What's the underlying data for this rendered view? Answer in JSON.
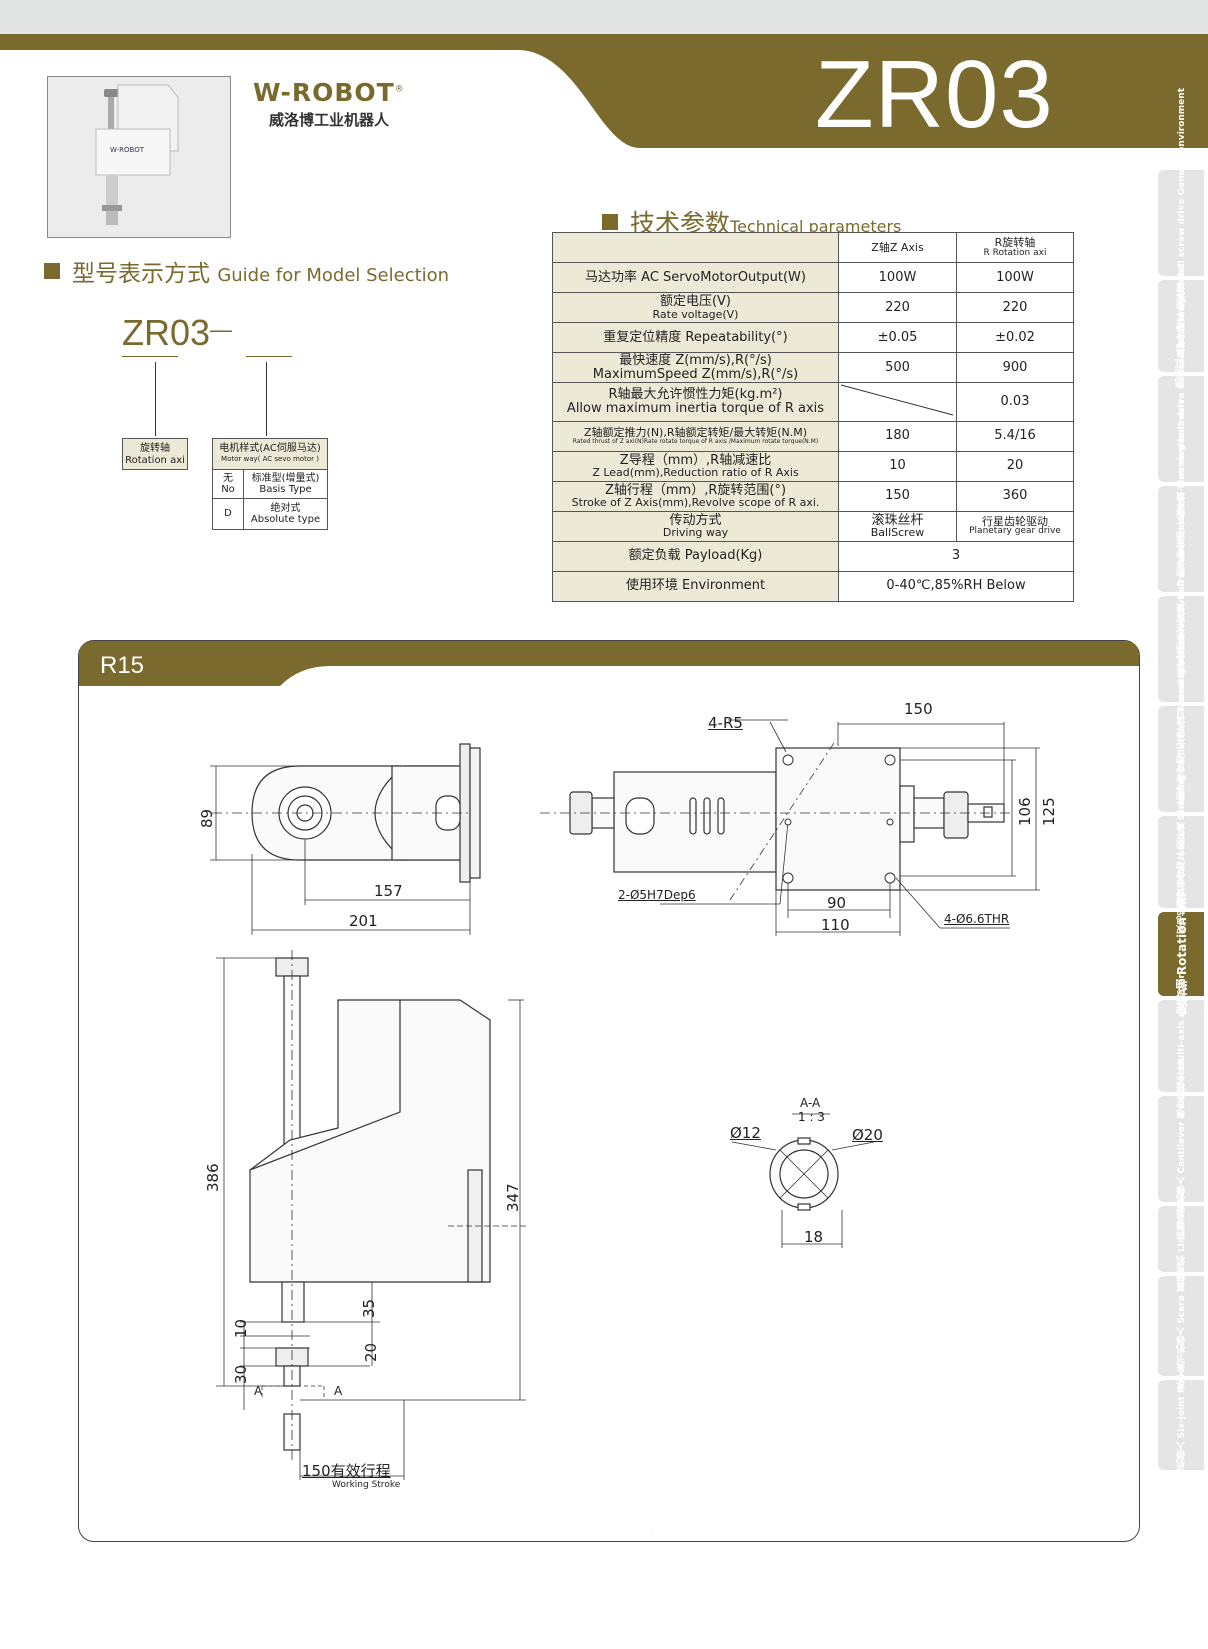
{
  "header": {
    "model": "ZR03",
    "brand_mark": "W-ROBOT",
    "brand_registered": "®",
    "brand_chinese": "威洛博工业机器人",
    "photo_logo": "W-ROBOT"
  },
  "model_guide": {
    "title_cn": "型号表示方式",
    "title_en": "Guide for Model Selection",
    "code": "ZR03",
    "code_dash": "—",
    "rotation_cn": "旋转轴",
    "rotation_en": "Rotation axi",
    "motor_head_cn": "电机样式(AC伺服马达)",
    "motor_head_en": "Motor way( AC sevo motor )",
    "options": [
      {
        "code_cn": "无",
        "code_en": "No",
        "desc_cn": "标准型(增量式)",
        "desc_en": "Basis Type"
      },
      {
        "code_cn": "D",
        "code_en": "",
        "desc_cn": "绝对式",
        "desc_en": "Absolute type"
      }
    ]
  },
  "tech": {
    "title_cn": "技术参数",
    "title_en": "Technical parameters",
    "col_z": "Z轴Z Axis",
    "col_r_cn": "R旋转轴",
    "col_r_en": "R Rotation axi",
    "rows": [
      {
        "label": "马达功率 AC ServoMotorOutput(W)",
        "z": "100W",
        "r": "100W"
      },
      {
        "label": "额定电压(V)",
        "label2": "Rate voltage(V)",
        "z": "220",
        "r": "220"
      },
      {
        "label": "重复定位精度 Repeatability(°)",
        "z": "±0.05",
        "r": "±0.02"
      },
      {
        "label": "最快速度 Z(mm/s),R(°/s)",
        "label2": "MaximumSpeed Z(mm/s),R(°/s)",
        "z": "500",
        "r": "900"
      },
      {
        "label": "R轴最大允许惯性力矩(kg.m²)",
        "label2": "Allow maximum inertia torque of R axis",
        "z": "",
        "r": "0.03"
      },
      {
        "label": "Z轴额定推力(N),R轴额定转矩/最大转矩(N.M)",
        "label2": "Rated thrust of Z axi(N)Rate rotate torque of R axis /Maximum rotate torque(N.M)",
        "z": "180",
        "r": "5.4/16"
      },
      {
        "label": "Z导程（mm）,R轴减速比",
        "label2": "Z Lead(mm),Reduction ratio of R Axis",
        "z": "10",
        "r": "20"
      },
      {
        "label": "Z轴行程（mm）,R旋转范围(°)",
        "label2": "Stroke of Z Axis(mm),Revolve scope of R axi.",
        "z": "150",
        "r": "360"
      },
      {
        "label": "传动方式",
        "label2": "Driving way",
        "z": "滚珠丝杆",
        "z2": "BallScrew",
        "r": "行星齿轮驱动",
        "r2": "Planetary gear drive"
      },
      {
        "label": "额定负载 Payload(Kg)",
        "zr": "3"
      },
      {
        "label": "使用环境 Environment",
        "zr": "0-40℃,85%RH Below"
      }
    ]
  },
  "side_tabs": [
    {
      "label": "丝杆传动/一般环境 Ball screw drive General environment",
      "active": false
    },
    {
      "label": "电动缸 Electric cylinder",
      "active": false
    },
    {
      "label": "同步带传动/一般环境 Timming belt drive General environment",
      "active": false
    },
    {
      "label": "丝杆传动/无尘环境 Ball screw drive Dust-free environment",
      "active": false
    },
    {
      "label": "同步带传动/无尘环境 Timming belt drive Dust-free environment",
      "active": false
    },
    {
      "label": "同步带传动/一般环境 Timming belt drive General environment",
      "active": false
    },
    {
      "label": "双电机滑台 Dual motors series",
      "active": false
    },
    {
      "label": "旋转轴 Rotation axi",
      "active": true
    },
    {
      "label": "组合机械手 Multi-axis actuator",
      "active": false
    },
    {
      "label": "四轴悬臂机器人 Cantilever 4 axis robot",
      "active": false
    },
    {
      "label": "直线电机 Linear Motor",
      "active": false
    },
    {
      "label": "水平关节机器人 Scara Robot",
      "active": false
    },
    {
      "label": "六轴机器人 Six-joint Robot",
      "active": false
    }
  ],
  "drawing": {
    "title": "R15",
    "dims": {
      "d89": "89",
      "d157": "157",
      "d201": "201",
      "d4r5": "4-R5",
      "d150": "150",
      "d106": "106",
      "d125": "125",
      "d90": "90",
      "d110": "110",
      "d2hole": "2-Ø5H7Dep6",
      "d4thr": "4-Ø6.6THR",
      "d386": "386",
      "d347": "347",
      "d35": "35",
      "d10": "10",
      "d20": "20",
      "d30": "30",
      "sec_a1": "A",
      "sec_a2": "A",
      "stroke": "150有效行程",
      "stroke_en": "Working Stroke",
      "section": "A-A",
      "scale": "1 : 3",
      "phi12": "Ø12",
      "phi20": "Ø20",
      "d18": "18"
    }
  }
}
